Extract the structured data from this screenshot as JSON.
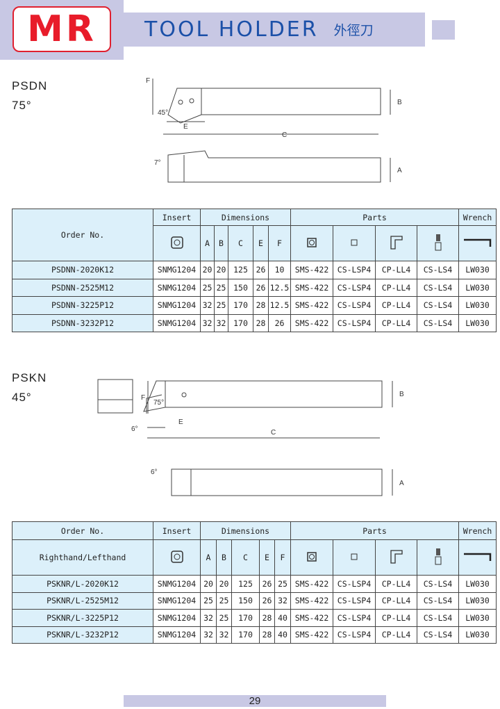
{
  "header": {
    "logo": "MR",
    "title": "TOOL HOLDER",
    "title_cn": "外徑刀"
  },
  "sections": [
    {
      "name": "PSDN",
      "angle": "75°",
      "drawing": {
        "f": "F",
        "b": "B",
        "e": "E",
        "c": "C",
        "a": "A",
        "angle1": "45°",
        "angle2": "7°"
      },
      "table": {
        "h_order": "Order No.",
        "h_order2": "",
        "h_insert": "Insert",
        "h_dims": "Dimensions",
        "h_parts": "Parts",
        "h_wrench": "Wrench",
        "dim_cols": [
          "A",
          "B",
          "C",
          "E",
          "F"
        ],
        "rows": [
          [
            "PSDNN-2020K12",
            "SNMG1204",
            "20",
            "20",
            "125",
            "26",
            "10",
            "SMS-422",
            "CS-LSP4",
            "CP-LL4",
            "CS-LS4",
            "LW030"
          ],
          [
            "PSDNN-2525M12",
            "SNMG1204",
            "25",
            "25",
            "150",
            "26",
            "12.5",
            "SMS-422",
            "CS-LSP4",
            "CP-LL4",
            "CS-LS4",
            "LW030"
          ],
          [
            "PSDNN-3225P12",
            "SNMG1204",
            "32",
            "25",
            "170",
            "28",
            "12.5",
            "SMS-422",
            "CS-LSP4",
            "CP-LL4",
            "CS-LS4",
            "LW030"
          ],
          [
            "PSDNN-3232P12",
            "SNMG1204",
            "32",
            "32",
            "170",
            "28",
            "26",
            "SMS-422",
            "CS-LSP4",
            "CP-LL4",
            "CS-LS4",
            "LW030"
          ]
        ]
      }
    },
    {
      "name": "PSKN",
      "angle": "45°",
      "drawing": {
        "f": "F",
        "b": "B",
        "e": "E",
        "c": "C",
        "a": "A",
        "angle1": "75°",
        "angle2": "6°",
        "angle3": "6°"
      },
      "table": {
        "h_order": "Order No.",
        "h_order2": "Righthand/Lefthand",
        "h_insert": "Insert",
        "h_dims": "Dimensions",
        "h_parts": "Parts",
        "h_wrench": "Wrench",
        "dim_cols": [
          "A",
          "B",
          "C",
          "E",
          "F"
        ],
        "rows": [
          [
            "PSKNR/L-2020K12",
            "SNMG1204",
            "20",
            "20",
            "125",
            "26",
            "25",
            "SMS-422",
            "CS-LSP4",
            "CP-LL4",
            "CS-LS4",
            "LW030"
          ],
          [
            "PSKNR/L-2525M12",
            "SNMG1204",
            "25",
            "25",
            "150",
            "26",
            "32",
            "SMS-422",
            "CS-LSP4",
            "CP-LL4",
            "CS-LS4",
            "LW030"
          ],
          [
            "PSKNR/L-3225P12",
            "SNMG1204",
            "32",
            "25",
            "170",
            "28",
            "40",
            "SMS-422",
            "CS-LSP4",
            "CP-LL4",
            "CS-LS4",
            "LW030"
          ],
          [
            "PSKNR/L-3232P12",
            "SNMG1204",
            "32",
            "32",
            "170",
            "28",
            "40",
            "SMS-422",
            "CS-LSP4",
            "CP-LL4",
            "CS-LS4",
            "LW030"
          ]
        ]
      }
    }
  ],
  "footer": {
    "page": "29"
  }
}
